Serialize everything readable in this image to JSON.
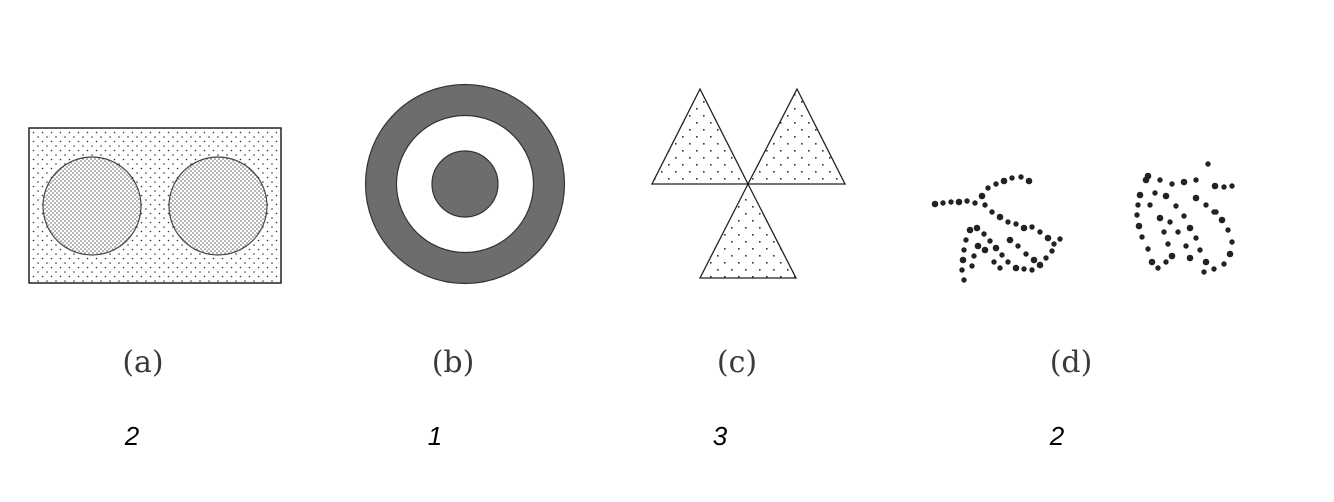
{
  "panels": [
    {
      "caption": "(a)",
      "count": "2"
    },
    {
      "caption": "(b)",
      "count": "1"
    },
    {
      "caption": "(c)",
      "count": "3"
    },
    {
      "caption": "(d)",
      "count": "2"
    }
  ],
  "colors": {
    "background": "#ffffff",
    "outline": "#222222",
    "ring_fill": "#6d6d6f",
    "dot": "#222222",
    "caption": "#3a3a3a",
    "count": "#000000"
  }
}
